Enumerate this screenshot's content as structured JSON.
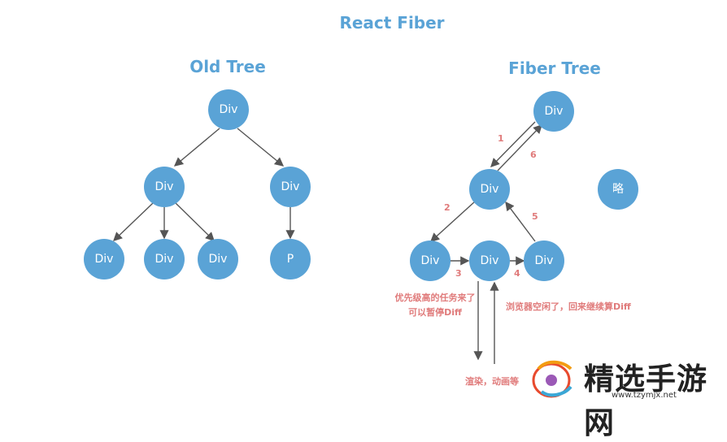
{
  "titles": {
    "main": "React Fiber",
    "old_tree": "Old Tree",
    "fiber_tree": "Fiber Tree"
  },
  "old_tree": {
    "nodes": [
      "Div",
      "Div",
      "Div",
      "Div",
      "Div",
      "Div",
      "P"
    ]
  },
  "fiber_tree": {
    "nodes": [
      "Div",
      "Div",
      "Div",
      "Div",
      "Div"
    ],
    "omitted": "略",
    "steps": [
      "1",
      "2",
      "3",
      "4",
      "5",
      "6"
    ],
    "notes": {
      "pause": [
        "优先级高的任务来了",
        "可以暂停Diff"
      ],
      "resume": "浏览器空闲了，回来继续算Diff",
      "render": "渲染，动画等"
    }
  },
  "watermark": {
    "text": "精选手游网",
    "url": "www.tzymjx.net"
  },
  "colors": {
    "node": "#5aa3d6",
    "title": "#5aa3d6",
    "annotation": "#e07b7b",
    "edge": "#555555"
  }
}
